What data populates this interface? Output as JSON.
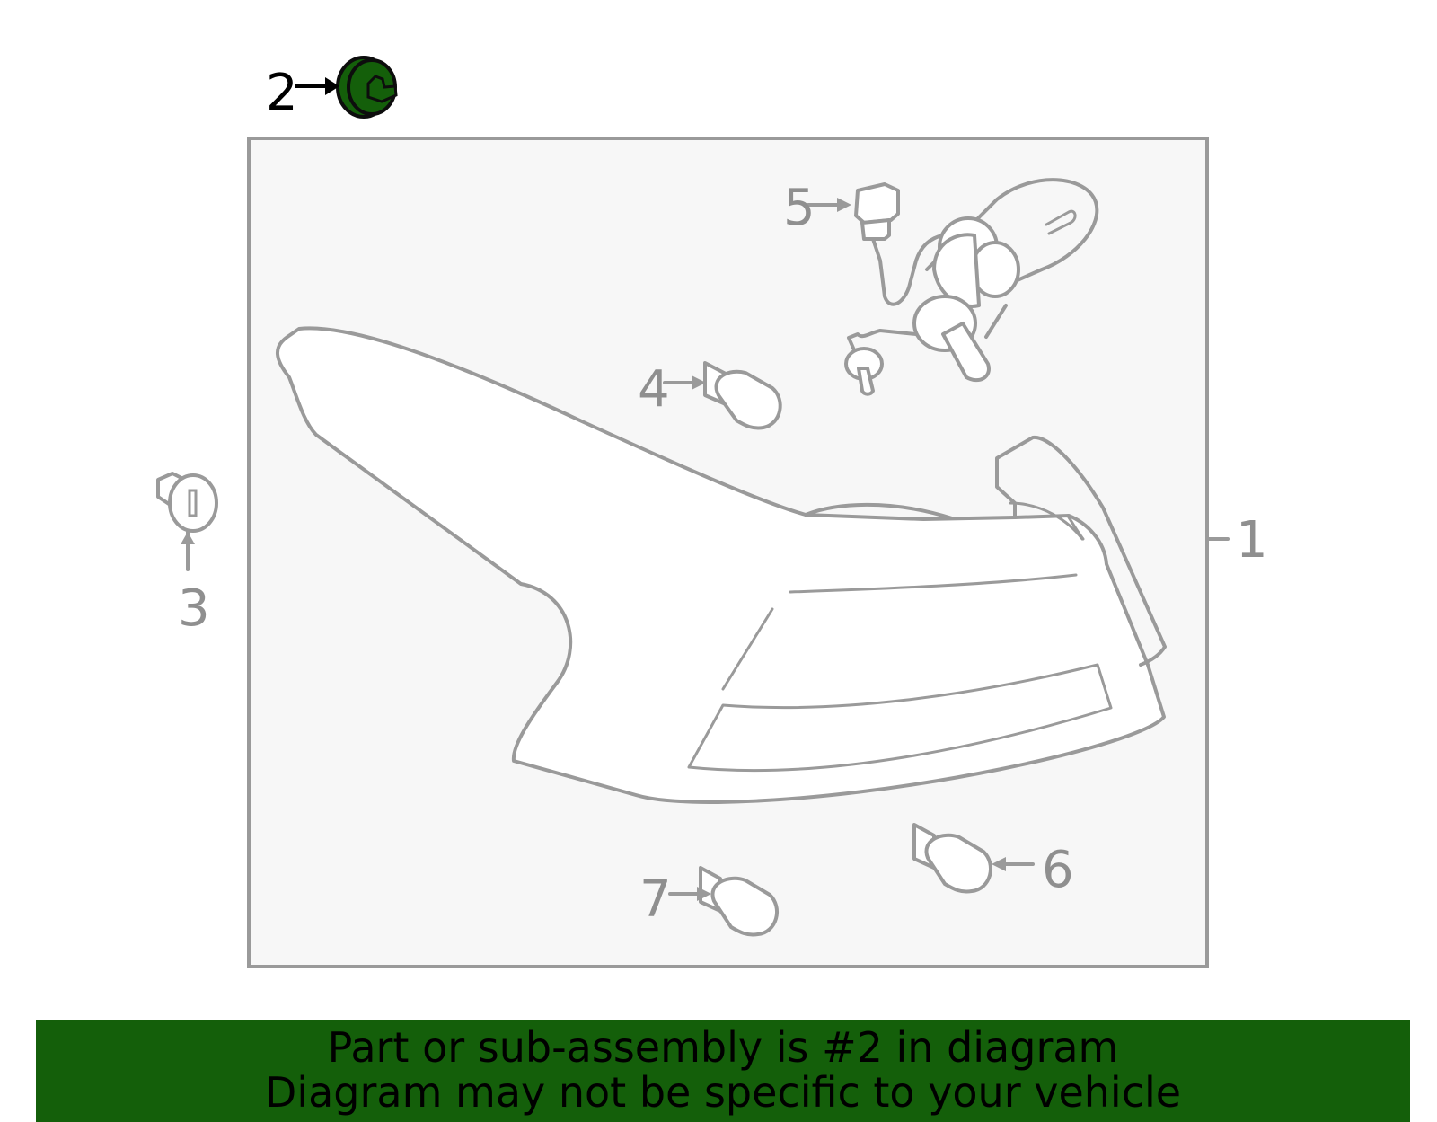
{
  "diagram": {
    "callouts": {
      "c1": "1",
      "c2": "2",
      "c3": "3",
      "c4": "4",
      "c5": "5",
      "c6": "6",
      "c7": "7"
    },
    "highlight_color": "#145f0a",
    "line_color": "#9a9a9a",
    "panel_color": "#f7f7f7"
  },
  "banner": {
    "line1": "Part or sub-assembly is #2 in diagram",
    "line2": "Diagram may not be specific to your vehicle",
    "background": "#145f0a"
  }
}
